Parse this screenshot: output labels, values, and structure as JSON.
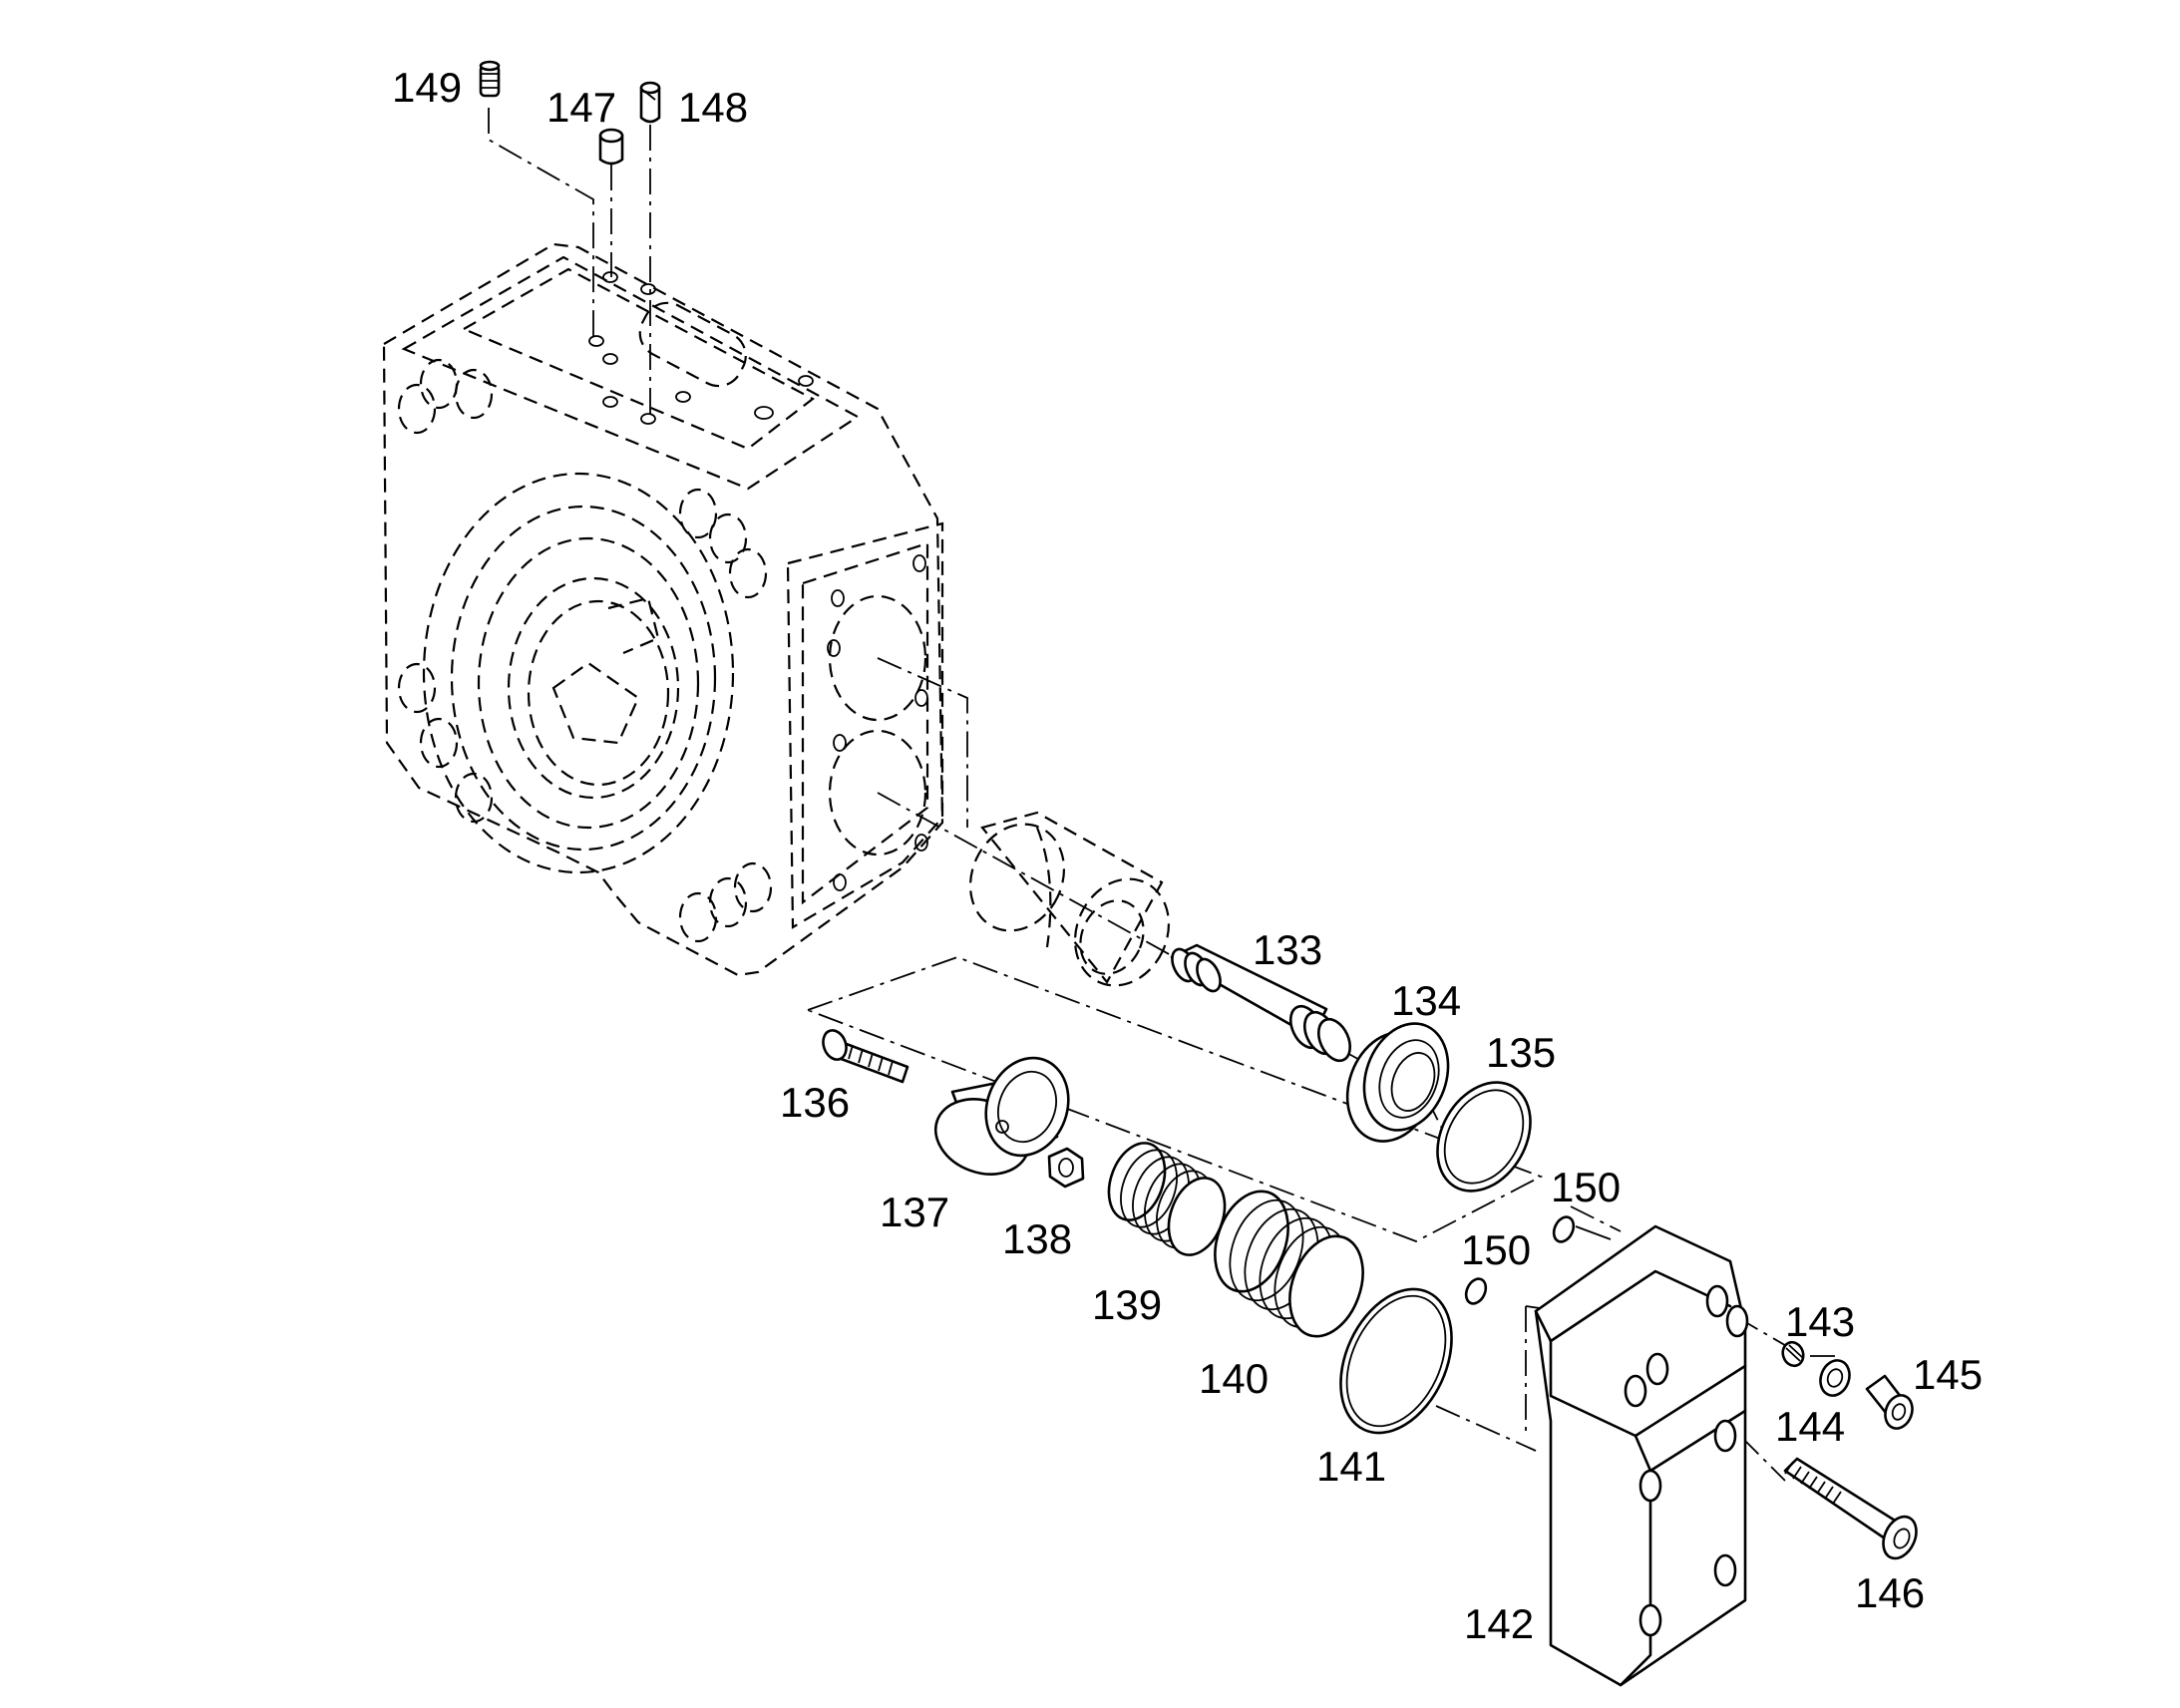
{
  "callouts": [
    {
      "id": "149",
      "text": "149"
    },
    {
      "id": "147",
      "text": "147"
    },
    {
      "id": "148",
      "text": "148"
    },
    {
      "id": "133",
      "text": "133"
    },
    {
      "id": "134",
      "text": "134"
    },
    {
      "id": "135",
      "text": "135"
    },
    {
      "id": "136",
      "text": "136"
    },
    {
      "id": "137",
      "text": "137"
    },
    {
      "id": "138",
      "text": "138"
    },
    {
      "id": "139",
      "text": "139"
    },
    {
      "id": "140",
      "text": "140"
    },
    {
      "id": "141",
      "text": "141"
    },
    {
      "id": "142",
      "text": "142"
    },
    {
      "id": "143",
      "text": "143"
    },
    {
      "id": "144",
      "text": "144"
    },
    {
      "id": "145",
      "text": "145"
    },
    {
      "id": "146",
      "text": "146"
    },
    {
      "id": "150a",
      "text": "150"
    },
    {
      "id": "150b",
      "text": "150"
    }
  ]
}
